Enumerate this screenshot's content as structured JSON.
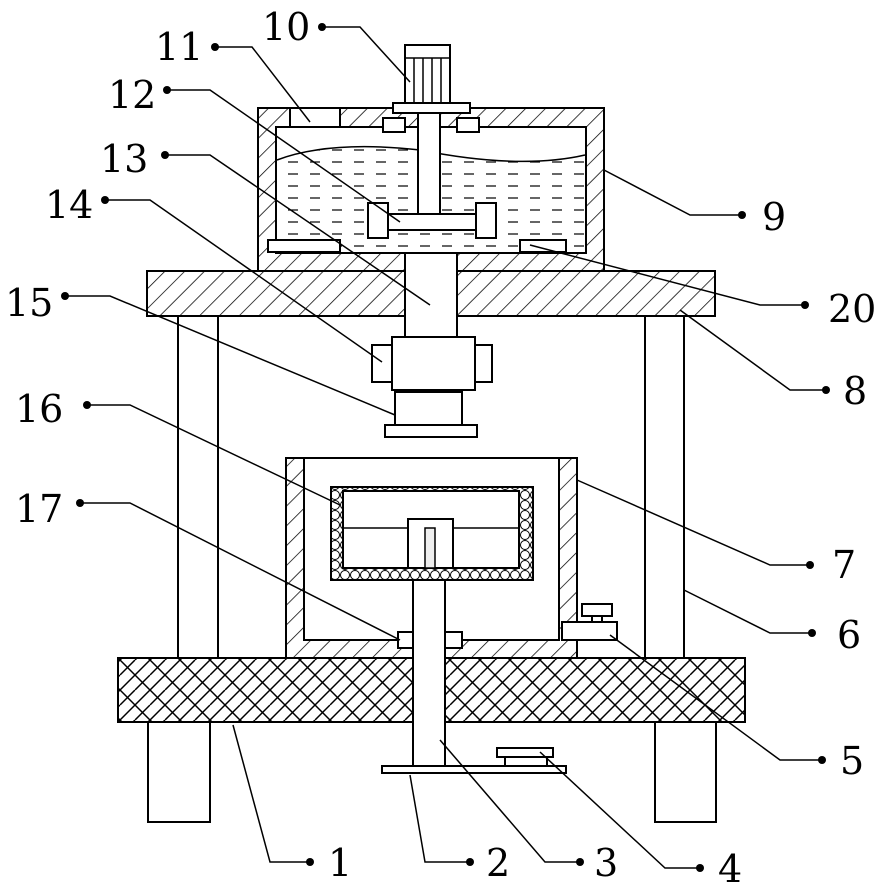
{
  "labels": {
    "l1": "1",
    "l2": "2",
    "l3": "3",
    "l4": "4",
    "l5": "5",
    "l6": "6",
    "l7": "7",
    "l8": "8",
    "l9": "9",
    "l10": "10",
    "l11": "11",
    "l12": "12",
    "l13": "13",
    "l14": "14",
    "l15": "15",
    "l16": "16",
    "l17": "17",
    "l20": "20"
  }
}
